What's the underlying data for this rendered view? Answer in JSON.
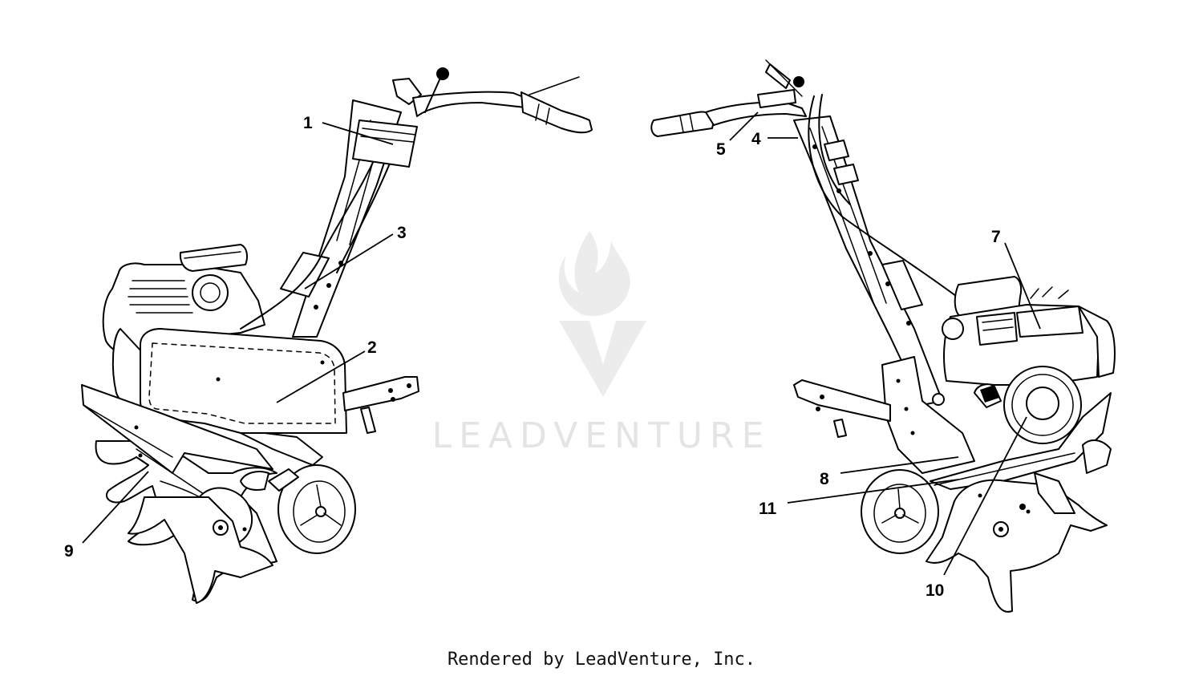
{
  "diagram": {
    "watermark": "LEADVENTURE",
    "footer": "Rendered by LeadVenture, Inc.",
    "callouts": [
      {
        "id": "c1",
        "label": "1"
      },
      {
        "id": "c2",
        "label": "2"
      },
      {
        "id": "c3",
        "label": "3"
      },
      {
        "id": "c4",
        "label": "4"
      },
      {
        "id": "c5",
        "label": "5"
      },
      {
        "id": "c7",
        "label": "7"
      },
      {
        "id": "c8",
        "label": "8"
      },
      {
        "id": "c9",
        "label": "9"
      },
      {
        "id": "c10",
        "label": "10"
      },
      {
        "id": "c11",
        "label": "11"
      }
    ]
  }
}
